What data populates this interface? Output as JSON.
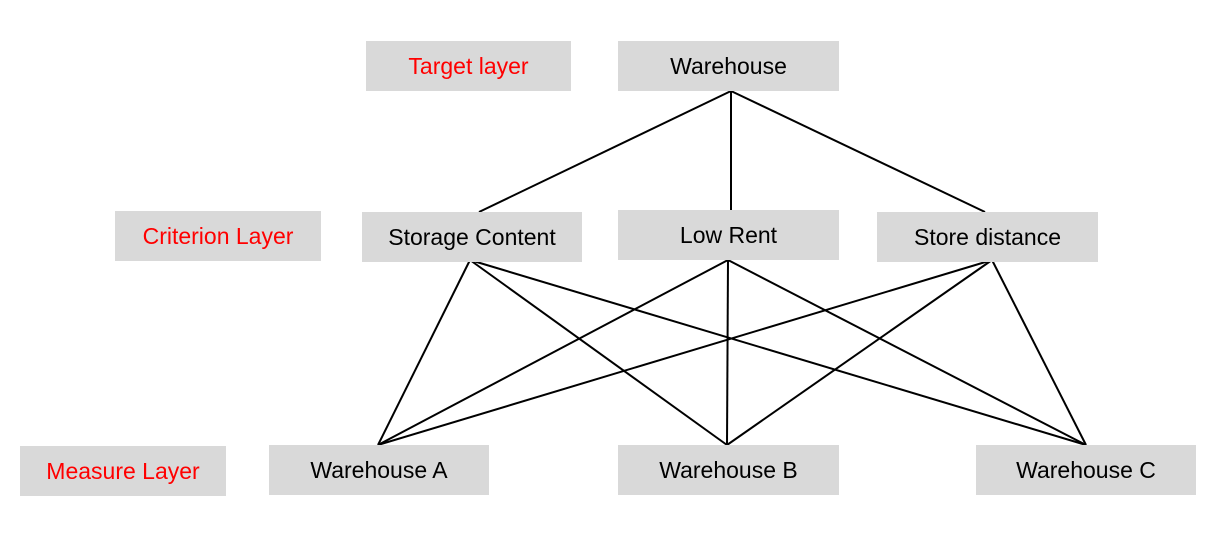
{
  "layers": {
    "target": "Target layer",
    "criterion": "Criterion Layer",
    "measure": "Measure Layer"
  },
  "nodes": {
    "goal": "Warehouse",
    "criteria": [
      "Storage Content",
      "Low Rent",
      "Store distance"
    ],
    "alternatives": [
      "Warehouse A",
      "Warehouse B",
      "Warehouse C"
    ]
  },
  "colors": {
    "box_fill": "#d9d9d9",
    "layer_label_text": "#ff0000",
    "node_text": "#000000",
    "line": "#000000"
  }
}
